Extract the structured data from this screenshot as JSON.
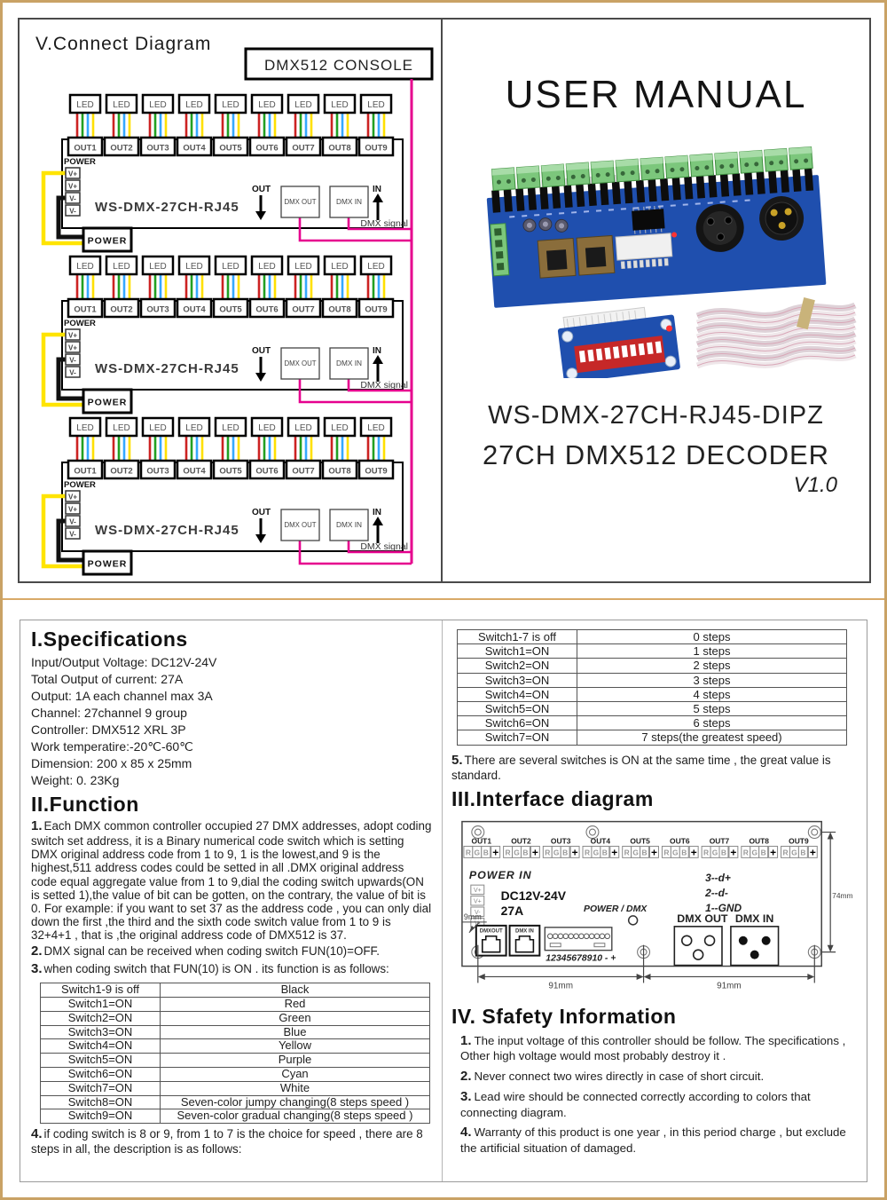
{
  "colors": {
    "frame_tan": "#c9a265",
    "dmx_wire": "#e6008e",
    "led_wires": [
      "#cc2222",
      "#22a022",
      "#35a8ff",
      "#ffe000"
    ],
    "power_wire_plus": "#ffe400",
    "power_wire_minus": "#111111",
    "pcb_blue": "#1f4fae",
    "terminal_green": "#7cc77c",
    "dip_red": "#c62828"
  },
  "connect": {
    "title": "V.Connect Diagram",
    "console_label": "DMX512 CONSOLE",
    "led_label": "LED",
    "out_labels": [
      "OUT1",
      "OUT2",
      "OUT3",
      "OUT4",
      "OUT5",
      "OUT6",
      "OUT7",
      "OUT8",
      "OUT9"
    ],
    "power_label": "POWER",
    "terminals": [
      "V+",
      "V+",
      "V-",
      "V-"
    ],
    "unit_label": "WS-DMX-27CH-RJ45",
    "out_arrow_label": "OUT",
    "in_arrow_label": "IN",
    "dmx_out_label": "DMX OUT",
    "dmx_in_label": "DMX IN",
    "dmx_signal_label": "DMX  signal",
    "power_box_label": "POWER"
  },
  "cover": {
    "title": "USER MANUAL",
    "model": "WS-DMX-27CH-RJ45-DIPZ",
    "subtitle": "27CH DMX512 DECODER",
    "version": "V1.0"
  },
  "specifications": {
    "heading": "I.Specifications",
    "lines": [
      "Input/Output Voltage: DC12V-24V",
      "Total Output of current: 27A",
      "Output: 1A each channel max 3A",
      "Channel: 27channel 9 group",
      "Controller: DMX512 XRL 3P",
      "Work temperatire:-20℃-60℃",
      "Dimension: 200 x 85 x 25mm",
      "Weight: 0. 23Kg"
    ]
  },
  "function": {
    "heading": "II.Function",
    "items": [
      {
        "num": "1.",
        "text": "Each DMX common controller occupied 27 DMX addresses, adopt coding switch set address, it is a Binary numerical code switch which is setting DMX original address code from 1 to 9, 1 is the lowest,and 9 is the highest,511 address codes  could be setted  in all .DMX original address code equal aggregate value from 1 to 9,dial the coding switch upwards(ON is setted 1),the value of bit can be  gotten, on the contrary, the value of bit is 0. For example: if you want to set 37 as the address code , you can only dial down the first ,the third and the  sixth code switch value from 1 to 9 is 32+4+1 , that is ,the original address  code of DMX512 is 37."
      },
      {
        "num": "2.",
        "text": "DMX signal can be received when coding switch FUN(10)=OFF."
      },
      {
        "num": "3.",
        "text": "when coding switch that FUN(10) is ON . its function is as follows:"
      },
      {
        "num": "4.",
        "text": "if coding switch is 8 or 9,  from 1 to 7 is the choice for speed , there are 8 steps in all, the description is as follows:"
      },
      {
        "num": "5.",
        "text": "There are several switches is ON at the same time , the great value is standard."
      }
    ],
    "color_table": [
      [
        "Switch1-9 is off",
        "Black"
      ],
      [
        "Switch1=ON",
        "Red"
      ],
      [
        "Switch2=ON",
        "Green"
      ],
      [
        "Switch3=ON",
        "Blue"
      ],
      [
        "Switch4=ON",
        "Yellow"
      ],
      [
        "Switch5=ON",
        "Purple"
      ],
      [
        "Switch6=ON",
        "Cyan"
      ],
      [
        "Switch7=ON",
        "White"
      ],
      [
        "Switch8=ON",
        "Seven-color jumpy changing(8 steps speed )"
      ],
      [
        "Switch9=ON",
        "Seven-color gradual changing(8 steps speed )"
      ]
    ],
    "steps_table": [
      [
        "Switch1-7 is off",
        "0 steps"
      ],
      [
        "Switch1=ON",
        "1 steps"
      ],
      [
        "Switch2=ON",
        "2 steps"
      ],
      [
        "Switch3=ON",
        "3 steps"
      ],
      [
        "Switch4=ON",
        "4 steps"
      ],
      [
        "Switch5=ON",
        "5 steps"
      ],
      [
        "Switch6=ON",
        "6 steps"
      ],
      [
        "Switch7=ON",
        "7 steps(the greatest speed)"
      ]
    ]
  },
  "interface": {
    "heading": "III.Interface diagram",
    "out_labels": [
      "OUT1",
      "OUT2",
      "OUT3",
      "OUT4",
      "OUT5",
      "OUT6",
      "OUT7",
      "OUT8",
      "OUT9"
    ],
    "rgb_letters": [
      "R",
      "G",
      "B"
    ],
    "plus": "+",
    "power_in": "POWER IN",
    "terminals": [
      "V+",
      "V+",
      "V-",
      "V-"
    ],
    "voltage": "DC12V-24V",
    "current": "27A",
    "pins": [
      "3--d+",
      "2--d-",
      "1--GND"
    ],
    "xlr_out_label": "DMX OUT",
    "xlr_in_label": "DMX IN",
    "power_dmx_label": "POWER / DMX",
    "rj45_labels": [
      "DMXOUT",
      "DMX IN"
    ],
    "dip_label": "12345678910 - +",
    "dims": {
      "offset": "9mm",
      "width_left": "91mm",
      "width_right": "91mm",
      "height": "74mm"
    }
  },
  "safety": {
    "heading": "IV. Sfafety Information",
    "items": [
      {
        "num": "1.",
        "text": "The input voltage of this controller should be follow. The specifications , Other high voltage would most probably destroy it ."
      },
      {
        "num": "2.",
        "text": "Never connect two wires directly in case of short circuit."
      },
      {
        "num": "3.",
        "text": "Lead wire should be connected correctly according to colors that connecting diagram."
      },
      {
        "num": "4.",
        "text": "Warranty of this product is one year , in this period charge , but exclude the artificial situation of damaged."
      }
    ]
  }
}
